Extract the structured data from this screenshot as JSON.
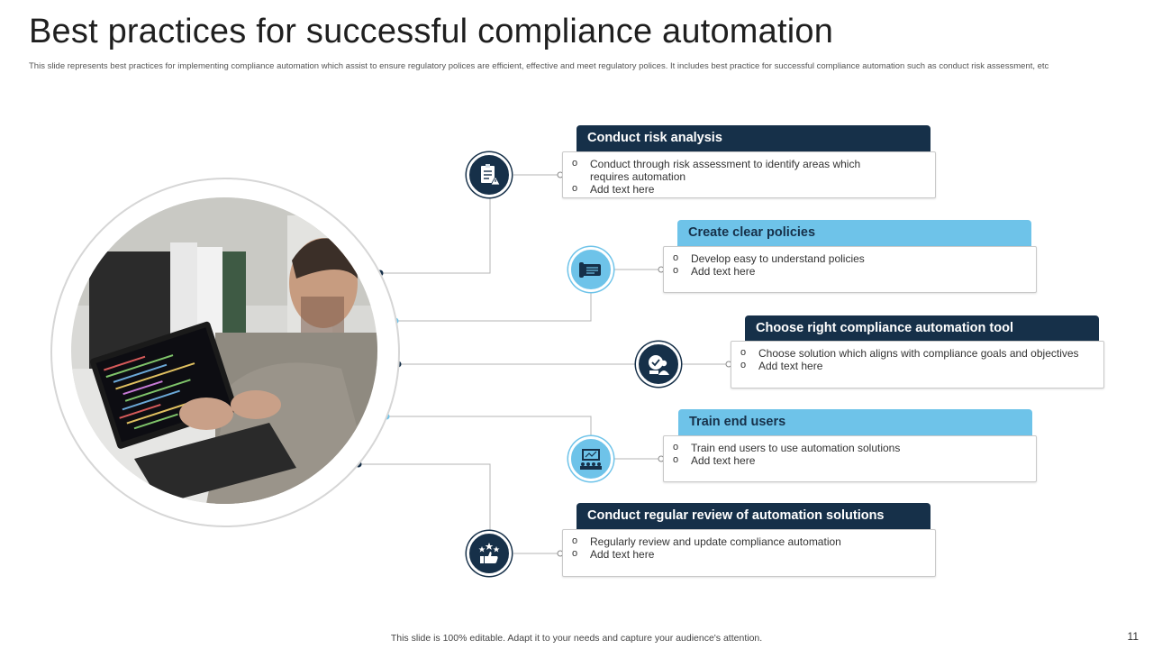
{
  "title": "Best practices for successful compliance automation",
  "subtitle": "This slide represents best practices for implementing  compliance automation  which assist to ensure regulatory polices are efficient, effective and meet regulatory polices. It includes best practice for successful compliance automation such as conduct risk assessment, etc",
  "items": [
    {
      "heading": "Conduct risk analysis",
      "icon": "clipboard-checklist-icon",
      "bullets": [
        "Conduct through risk assessment to identify areas which requires automation",
        "Add text here"
      ]
    },
    {
      "heading": "Create clear policies",
      "icon": "policy-document-icon",
      "bullets": [
        "Develop easy to understand policies",
        "Add text here"
      ]
    },
    {
      "heading": "Choose right compliance automation tool",
      "icon": "person-checkmark-icon",
      "bullets": [
        "Choose solution which aligns with compliance goals and objectives",
        "Add text here"
      ]
    },
    {
      "heading": "Train end users",
      "icon": "training-presentation-icon",
      "bullets": [
        "Train end users to use automation solutions",
        "Add text here"
      ]
    },
    {
      "heading": "Conduct regular review of automation solutions",
      "icon": "thumbs-up-stars-icon",
      "bullets": [
        "Regularly review and update compliance automation",
        "Add text here"
      ]
    }
  ],
  "footer": "This slide is 100% editable.  Adapt it to your needs and capture your audience's attention.",
  "page_number": "11",
  "colors": {
    "dark": "#163049",
    "light": "#6ec3e9"
  }
}
